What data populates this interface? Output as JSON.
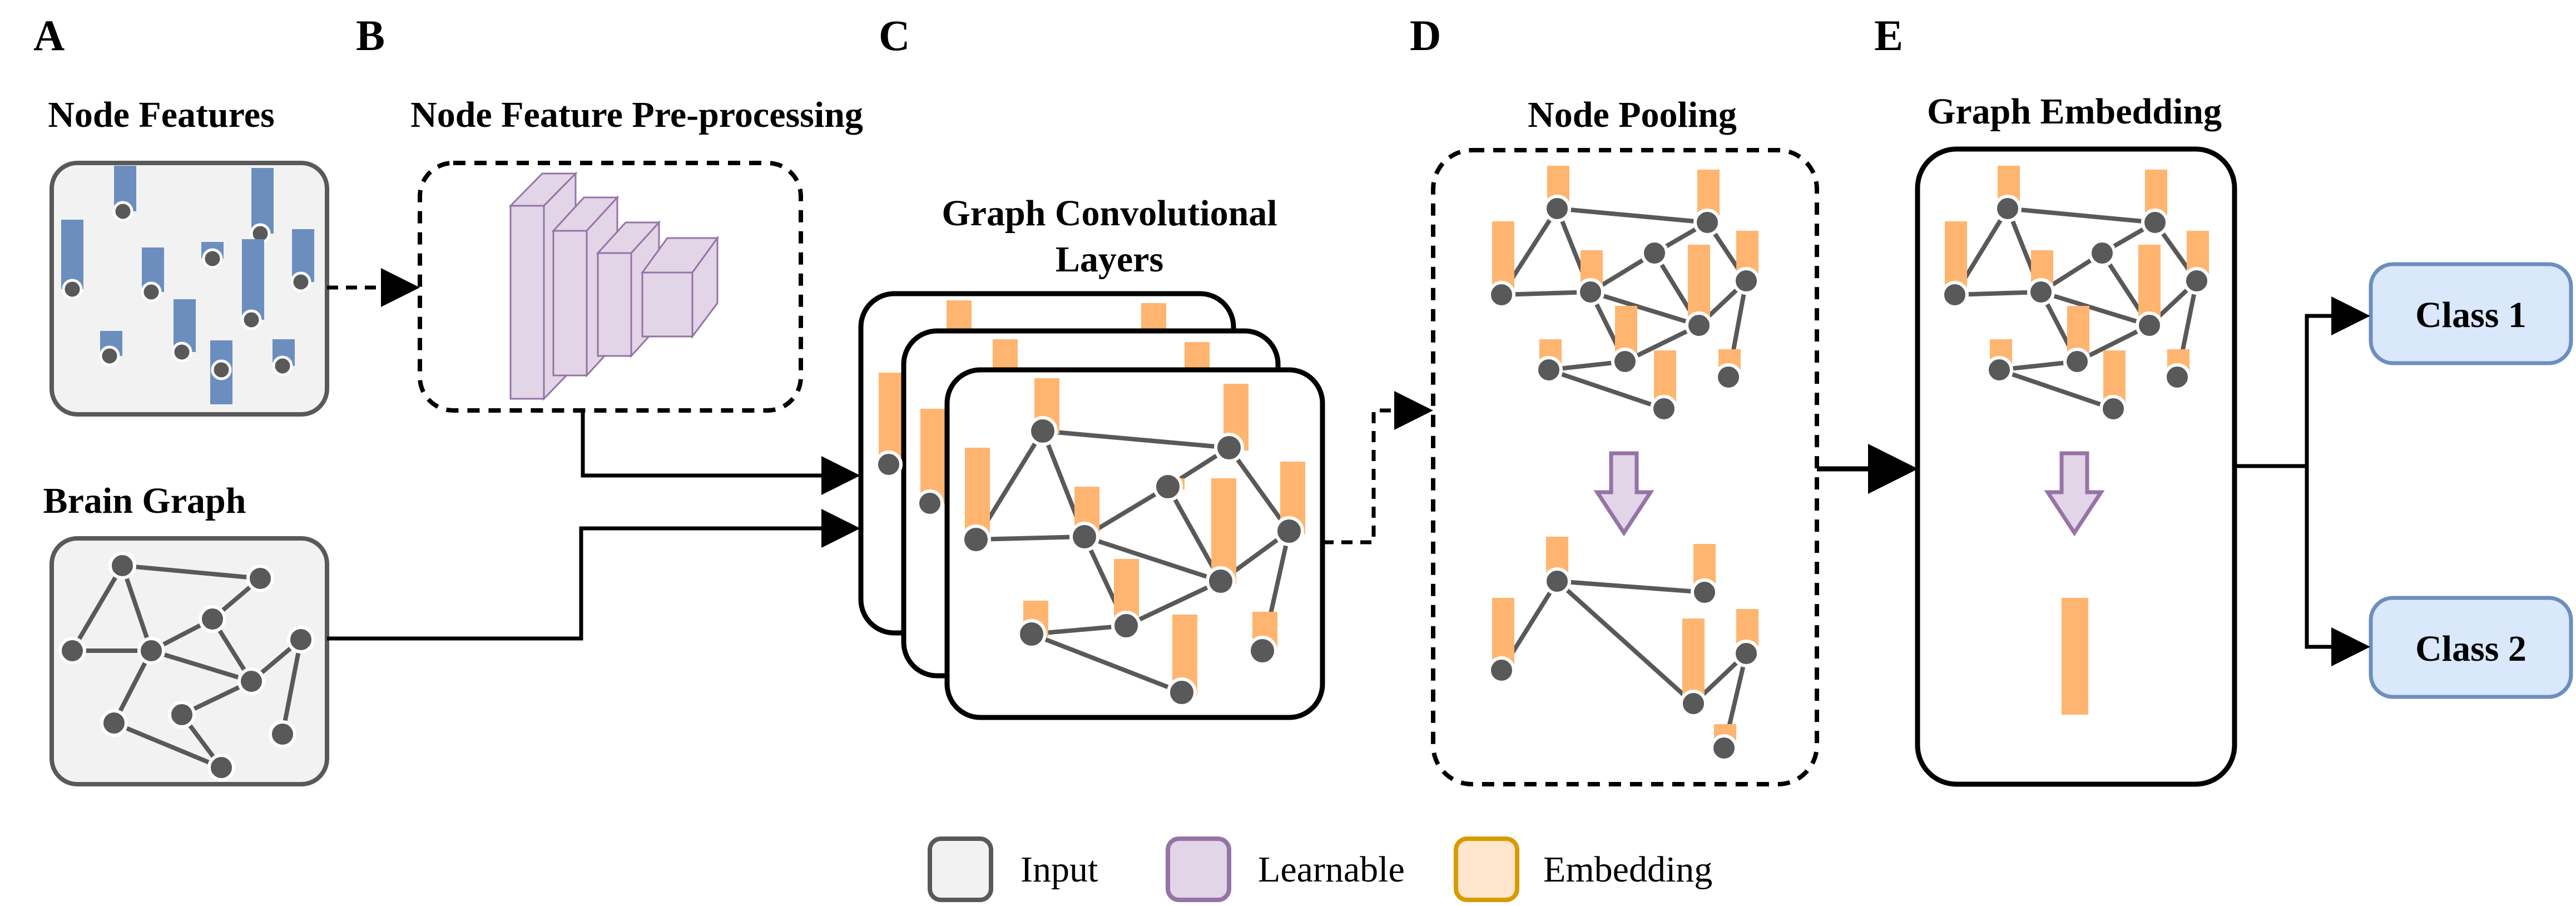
{
  "panels": [
    {
      "letter": "A",
      "title": "Node Features",
      "title2": "Brain Graph"
    },
    {
      "letter": "B",
      "title": "Node Feature Pre-processing"
    },
    {
      "letter": "C",
      "title_line1": "Graph Convolutional",
      "title_line2": "Layers"
    },
    {
      "letter": "D",
      "title": "Node Pooling"
    },
    {
      "letter": "E",
      "title": "Graph Embedding"
    }
  ],
  "outputs": {
    "class1": "Class 1",
    "class2": "Class 2"
  },
  "legend": [
    {
      "label": "Input",
      "fill": "#f2f2f2",
      "stroke": "#595959"
    },
    {
      "label": "Learnable",
      "fill": "#e1d5e7",
      "stroke": "#9673a6"
    },
    {
      "label": "Embedding",
      "fill": "#ffe6cc",
      "stroke": "#d79b00"
    }
  ],
  "colors": {
    "node_feature_bar": "#6c8ebf",
    "embedding_bar": "#ffb570",
    "learnable": "#e1d5e7",
    "learnable_stroke": "#9673a6",
    "class_fill": "#dae8fc",
    "class_stroke": "#6c8ebf",
    "node": "#595959",
    "edge": "#595959"
  }
}
